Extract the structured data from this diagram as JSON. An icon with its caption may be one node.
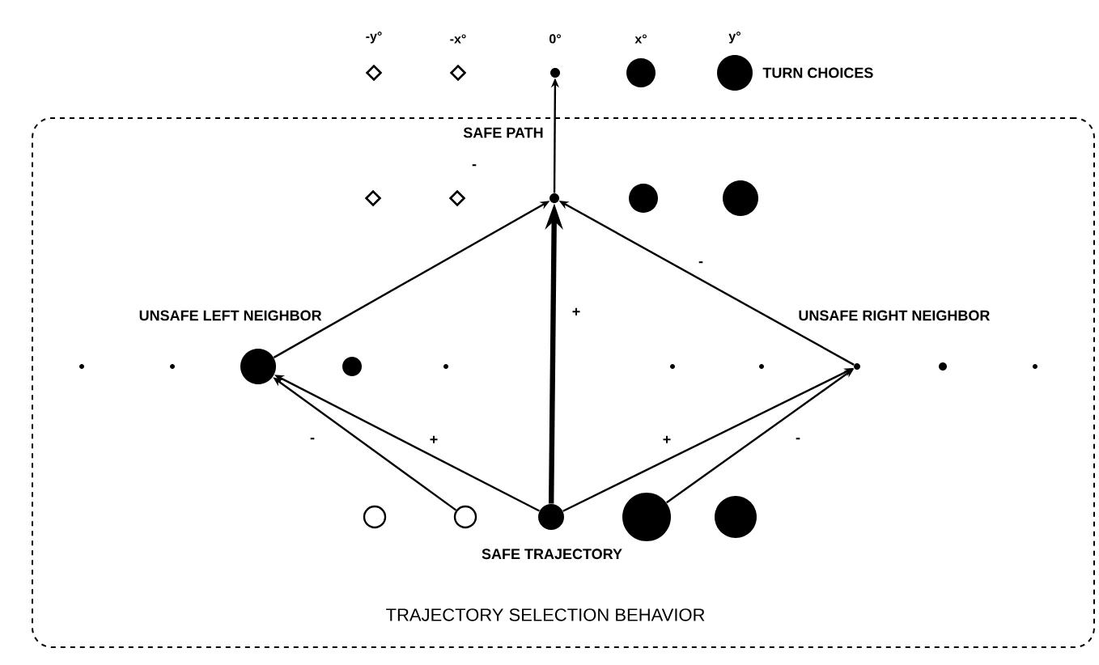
{
  "diagram": {
    "nodes": [
      {
        "text": [],
        "shape": "diamond",
        "beside": [
          "-y°"
        ]
      },
      {
        "text": [],
        "shape": "diamond",
        "beside": [
          "-x°"
        ]
      },
      {
        "text": [],
        "shape": "circle",
        "beside": [
          "0°"
        ]
      },
      {
        "text": [],
        "shape": "circle",
        "beside": [
          "x°"
        ]
      },
      {
        "text": [],
        "shape": "circle",
        "beside": [
          "y°"
        ]
      },
      {
        "text": [
          "TRAJECTORY SELECTION BEHAVIOR"
        ]
      },
      {
        "text": [],
        "shape": "diamond",
        "in": 5
      },
      {
        "text": [],
        "shape": "diamond",
        "in": 5
      },
      {
        "text": [],
        "shape": "circle",
        "in": 5
      },
      {
        "text": [],
        "shape": "circle",
        "in": 5
      },
      {
        "text": [],
        "shape": "circle",
        "in": 5
      },
      {
        "text": [],
        "shape": "circle",
        "in": 5
      },
      {
        "text": [],
        "shape": "circle",
        "in": 5
      },
      {
        "text": [],
        "shape": "circle",
        "in": 5
      },
      {
        "text": [],
        "shape": "circle",
        "in": 5
      },
      {
        "text": [],
        "shape": "circle",
        "in": 5
      },
      {
        "text": [],
        "shape": "circle",
        "in": 5
      },
      {
        "text": [],
        "shape": "circle",
        "in": 5
      },
      {
        "text": [],
        "shape": "circle",
        "in": 5
      },
      {
        "text": [],
        "shape": "circle",
        "in": 5
      },
      {
        "text": [],
        "shape": "circle",
        "in": 5
      },
      {
        "text": [],
        "shape": "circle",
        "in": 5
      },
      {
        "text": [],
        "shape": "circle",
        "in": 5
      },
      {
        "text": [],
        "shape": "circle",
        "in": 5
      },
      {
        "text": [],
        "shape": "circle",
        "in": 5
      },
      {
        "text": [],
        "shape": "circle",
        "in": 5
      }
    ],
    "edges": [
      {
        "from": 8,
        "to": 2,
        "arrow": "to"
      },
      {
        "from": 13,
        "to": 8,
        "arrow": "to",
        "label": "-"
      },
      {
        "from": 18,
        "to": 8,
        "arrow": "to",
        "label": "-"
      },
      {
        "from": 23,
        "to": 8,
        "arrow": "to",
        "label": "+",
        "style": "thick"
      },
      {
        "from": 23,
        "to": 13,
        "arrow": "to",
        "label": "+"
      },
      {
        "from": 22,
        "to": 13,
        "arrow": "to",
        "label": "-"
      },
      {
        "from": 23,
        "to": 18,
        "arrow": "to",
        "label": "+"
      },
      {
        "from": 24,
        "to": 18,
        "arrow": "to",
        "label": "-"
      }
    ],
    "labels": [
      "TURN CHOICES",
      "SAFE PATH",
      "UNSAFE LEFT NEIGHBOR",
      "UNSAFE RIGHT NEIGHBOR",
      "SAFE TRAJECTORY"
    ]
  }
}
